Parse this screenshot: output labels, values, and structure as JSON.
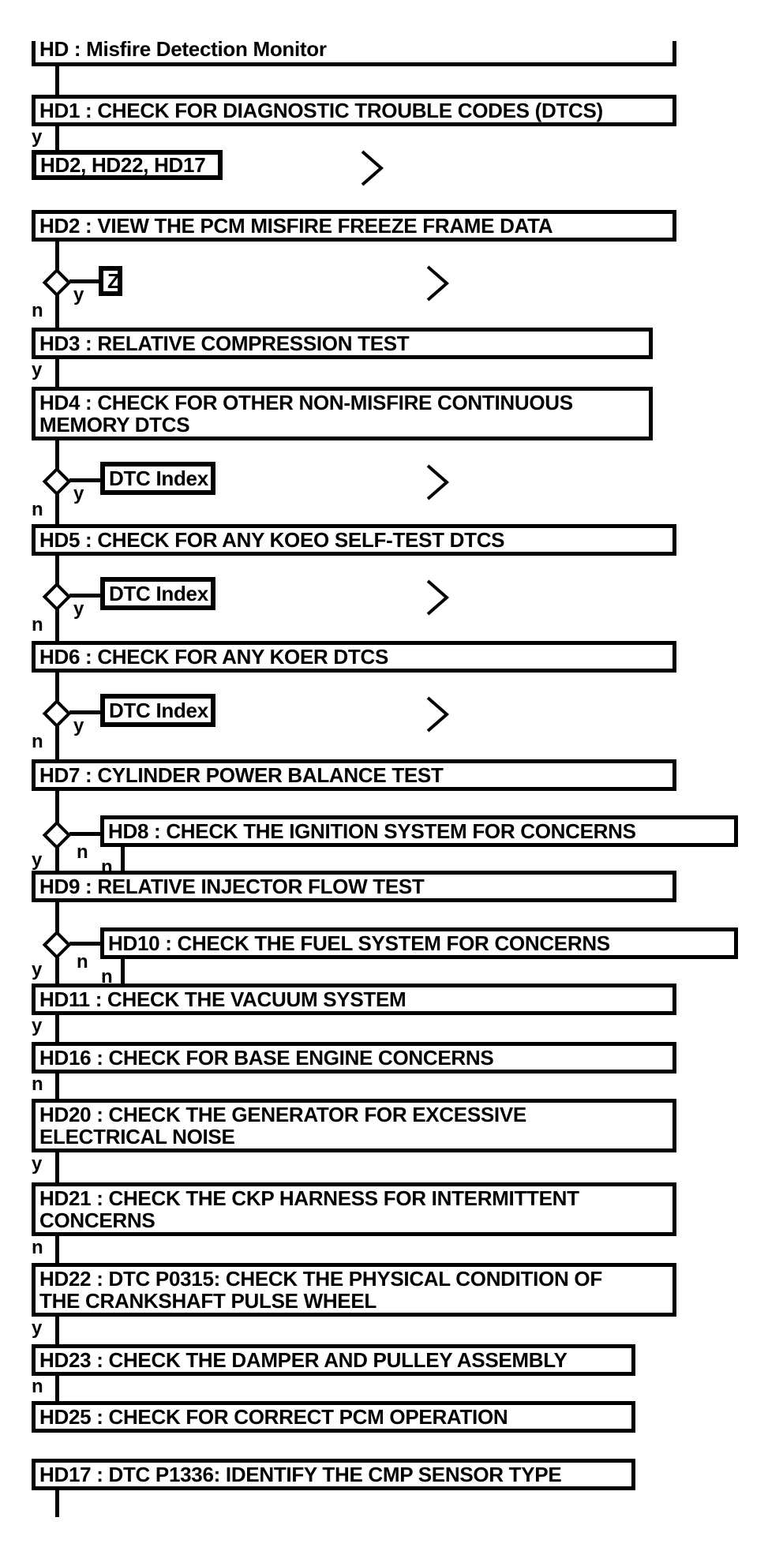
{
  "diagram": {
    "title": "HD : Misfire Detection Monitor",
    "nodes": {
      "hd1": "HD1 : CHECK FOR DIAGNOSTIC TROUBLE CODES (DTCS)",
      "ref": "HD2, HD22, HD17",
      "hd2": "HD2 : VIEW THE PCM MISFIRE FREEZE FRAME DATA",
      "z": "Z",
      "hd3": "HD3 : RELATIVE COMPRESSION TEST",
      "hd4": "HD4 : CHECK FOR OTHER NON-MISFIRE CONTINUOUS\nMEMORY DTCS",
      "dtc_index": "DTC Index",
      "hd5": "HD5 : CHECK FOR ANY KOEO SELF-TEST DTCS",
      "hd6": "HD6 : CHECK FOR ANY KOER DTCS",
      "hd7": "HD7 : CYLINDER POWER BALANCE TEST",
      "hd8": "HD8 : CHECK THE IGNITION SYSTEM FOR CONCERNS",
      "hd9": "HD9 : RELATIVE INJECTOR FLOW TEST",
      "hd10": "HD10 : CHECK THE FUEL SYSTEM FOR CONCERNS",
      "hd11": "HD11 : CHECK THE VACUUM SYSTEM",
      "hd16": "HD16 : CHECK FOR BASE ENGINE CONCERNS",
      "hd20": "HD20 : CHECK THE GENERATOR FOR EXCESSIVE\nELECTRICAL NOISE",
      "hd21": "HD21 : CHECK THE CKP HARNESS FOR INTERMITTENT\nCONCERNS",
      "hd22": "HD22 : DTC P0315: CHECK THE PHYSICAL CONDITION OF\nTHE CRANKSHAFT PULSE WHEEL",
      "hd23": "HD23 : CHECK THE DAMPER AND PULLEY ASSEMBLY",
      "hd25": "HD25 : CHECK FOR CORRECT PCM OPERATION",
      "hd17": "HD17 : DTC P1336: IDENTIFY THE CMP SENSOR TYPE"
    },
    "labels": {
      "yes": "y",
      "no": "n"
    },
    "colors": {
      "line": "#000000",
      "background": "#ffffff"
    }
  }
}
